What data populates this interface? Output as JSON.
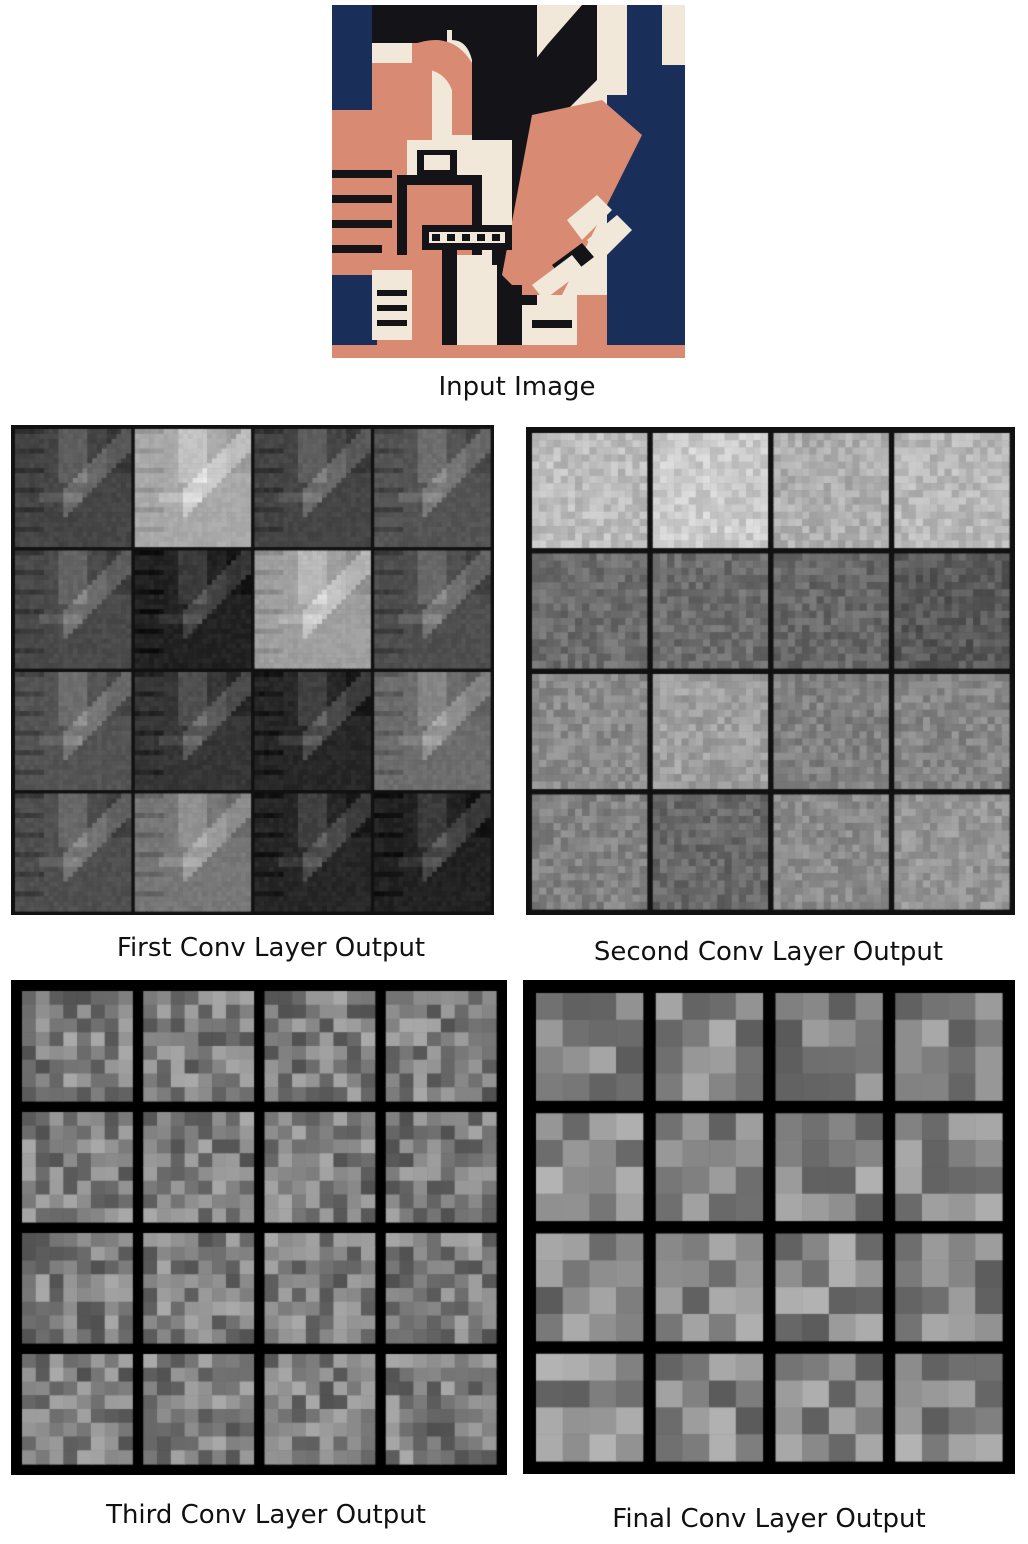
{
  "captions": {
    "input": "Input Image",
    "first": "First Conv Layer Output",
    "second": "Second Conv Layer Output",
    "third": "Third Conv Layer Output",
    "final": "Final Conv Layer Output"
  },
  "input_image": {
    "palette": {
      "salmon": "#d98a72",
      "cream": "#f1e8d9",
      "black": "#141418",
      "navy": "#1a2e5a"
    }
  },
  "panels": {
    "first": {
      "grid": [
        4,
        4
      ],
      "cell_resolution": 32,
      "background": "#111111"
    },
    "second": {
      "grid": [
        4,
        4
      ],
      "cell_resolution": 16,
      "background": "#111111"
    },
    "third": {
      "grid": [
        4,
        4
      ],
      "cell_resolution": 8,
      "background": "#000000"
    },
    "final": {
      "grid": [
        4,
        4
      ],
      "cell_resolution": 4,
      "background": "#000000"
    }
  }
}
